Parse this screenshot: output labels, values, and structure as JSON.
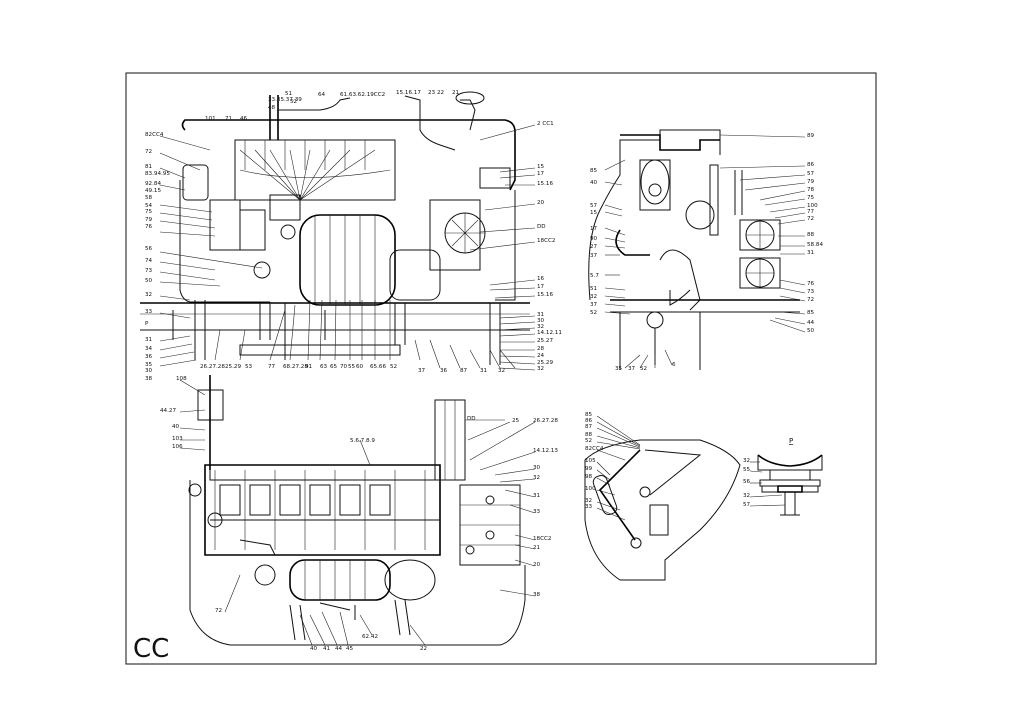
{
  "sheet": {
    "code": "CC"
  },
  "views": {
    "front": {
      "labels_left": [
        "82CC4",
        "72",
        "81",
        "83.94.95",
        "92.84",
        "49.15",
        "58",
        "54",
        "75",
        "79",
        "76",
        "56",
        "74",
        "73",
        "50",
        "32",
        "33",
        "P",
        "31",
        "34",
        "36",
        "35",
        "30",
        "38"
      ],
      "labels_top": [
        "101",
        "71",
        "46",
        "51",
        "64",
        "61.63.62.19CC2",
        "15.16.17",
        "23",
        "22",
        "21",
        "33.35.37.39",
        "52",
        "48"
      ],
      "labels_right": [
        "2 CC1",
        "15",
        "17",
        "15.16",
        "20",
        "DD",
        "18CC2",
        "16",
        "17",
        "15.16",
        "31",
        "30",
        "32",
        "14.12.11",
        "25.27",
        "28",
        "24",
        "25.29",
        "32"
      ],
      "labels_bottom": [
        "26.27.28",
        "25.29",
        "53",
        "77",
        "68.27.28",
        "91",
        "63",
        "65",
        "70",
        "55",
        "60",
        "65.66",
        "52",
        "37",
        "36",
        "87",
        "31",
        "32"
      ]
    },
    "side": {
      "labels_right": [
        "89",
        "86",
        "57",
        "79",
        "78",
        "75",
        "100",
        "77",
        "72",
        "88",
        "58.84",
        "31",
        "76",
        "73",
        "72",
        "85",
        "44",
        "50"
      ],
      "labels_left": [
        "85",
        "40",
        "57",
        "15",
        "17",
        "90",
        "27",
        "37",
        "5.7",
        "51",
        "32",
        "37",
        "52",
        "35",
        "37",
        "52",
        "6"
      ]
    },
    "plan": {
      "labels_left": [
        "108",
        "44.27",
        "40",
        "103",
        "106",
        "72"
      ],
      "labels_right": [
        "DD",
        "25",
        "26.27.28",
        "14.12.13",
        "30",
        "32",
        "31",
        "33",
        "18CC2",
        "21",
        "20",
        "38"
      ],
      "labels_top": [
        "5.6.7.8.9"
      ],
      "labels_bottom": [
        "40",
        "41",
        "44",
        "45",
        "62.42",
        "22"
      ]
    },
    "detail_a": {
      "labels": [
        "85",
        "86",
        "87",
        "88",
        "52",
        "82CC4",
        "105",
        "99",
        "98",
        "100",
        "32",
        "33"
      ]
    },
    "detail_p": {
      "title": "P",
      "labels": [
        "32",
        "55",
        "56",
        "32",
        "57"
      ]
    }
  },
  "colors": {
    "ink": "#111111",
    "paper": "#ffffff"
  }
}
